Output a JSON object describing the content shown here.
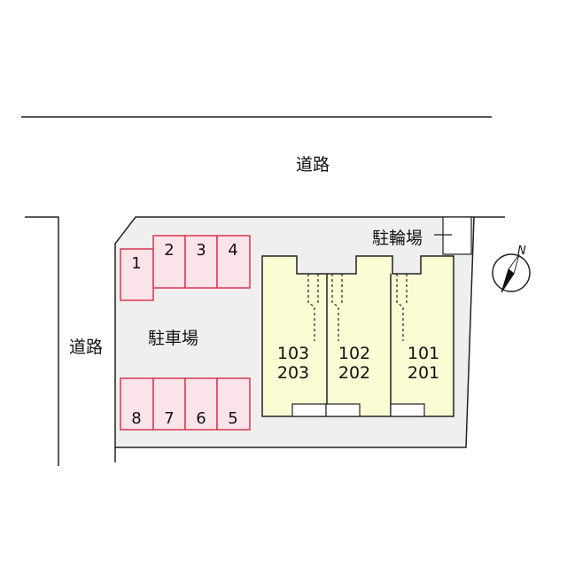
{
  "map": {
    "road_top_label": "道路",
    "road_left_label": "道路",
    "parking_label": "駐車場",
    "bicycle_parking_label": "駐輪場",
    "north_label": "N",
    "parking_slots_top": [
      "1",
      "2",
      "3",
      "4"
    ],
    "parking_slots_bottom": [
      "8",
      "7",
      "6",
      "5"
    ],
    "units": [
      {
        "upper": "103",
        "lower": "203"
      },
      {
        "upper": "102",
        "lower": "202"
      },
      {
        "upper": "101",
        "lower": "201"
      }
    ]
  },
  "colors": {
    "lot_fill": "#efefef",
    "parking_fill": "#fbe3ea",
    "parking_border": "#d9394f",
    "building_fill": "#fbfbd4",
    "line": "#222222"
  }
}
